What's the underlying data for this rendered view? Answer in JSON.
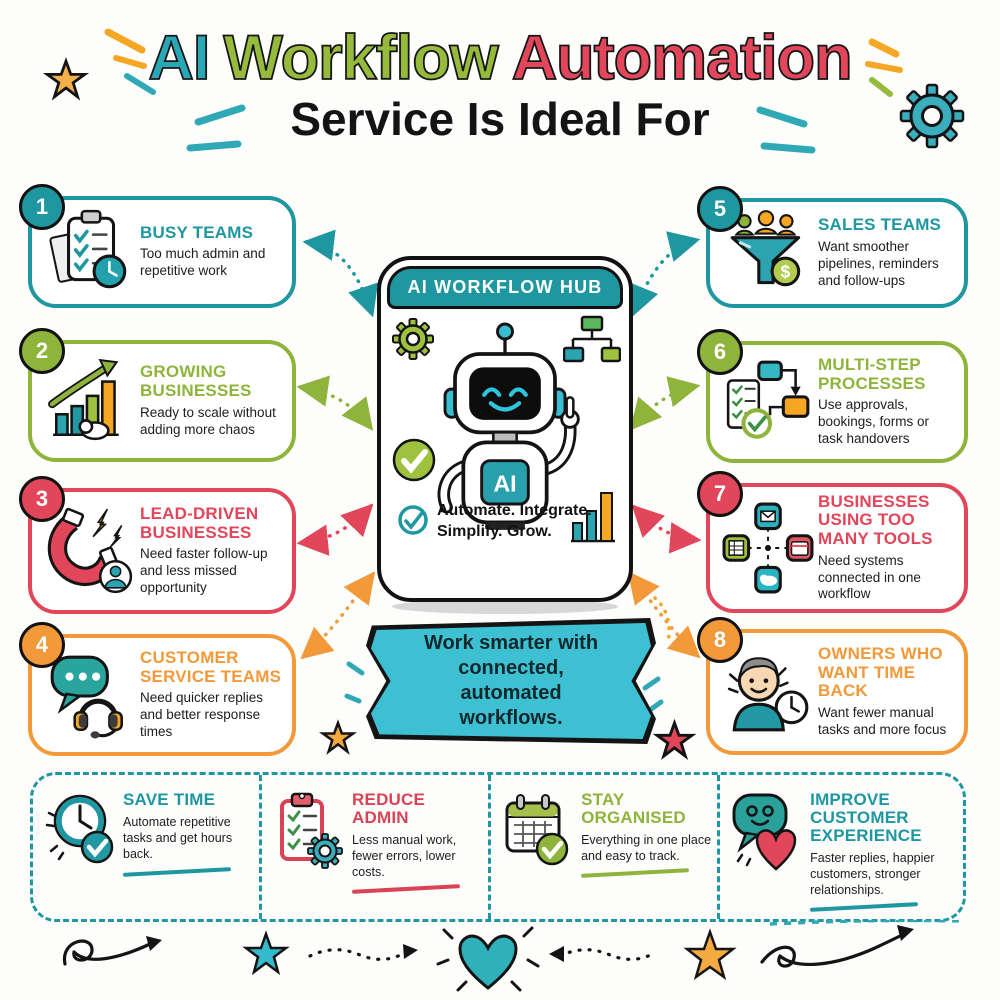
{
  "title": {
    "part1": "AI",
    "part2": "Workflow",
    "part3": "Automation",
    "subtitle": "Service Is Ideal For"
  },
  "hub": {
    "header": "AI WORKFLOW HUB",
    "robot_chest_label": "AI",
    "tagline": "Automate. Integrate. Simplify. Grow."
  },
  "banner": {
    "text": "Work smarter with connected, automated workflows."
  },
  "audience_boxes": [
    {
      "number": "1",
      "title": "BUSY TEAMS",
      "description": "Too much admin and repetitive work",
      "accent_color": "#1f97a0",
      "icon": "clipboard-clock-icon"
    },
    {
      "number": "2",
      "title": "GROWING BUSINESSES",
      "description": "Ready to scale without adding more chaos",
      "accent_color": "#8fb43c",
      "icon": "growth-chart-icon"
    },
    {
      "number": "3",
      "title": "LEAD-DRIVEN BUSINESSES",
      "description": "Need faster follow-up and less missed opportunity",
      "accent_color": "#e2465a",
      "icon": "magnet-leads-icon"
    },
    {
      "number": "4",
      "title": "CUSTOMER SERVICE TEAMS",
      "description": "Need quicker replies and better response times",
      "accent_color": "#f2993a",
      "icon": "chat-headset-icon"
    },
    {
      "number": "5",
      "title": "SALES TEAMS",
      "description": "Want smoother pipelines, reminders and follow-ups",
      "accent_color": "#1f97a0",
      "icon": "sales-funnel-icon"
    },
    {
      "number": "6",
      "title": "MULTI-STEP PROCESSES",
      "description": "Use approvals, bookings, forms or task handovers",
      "accent_color": "#8fb43c",
      "icon": "flowchart-steps-icon"
    },
    {
      "number": "7",
      "title": "BUSINESSES USING TOO MANY TOOLS",
      "description": "Need systems connected in one workflow",
      "accent_color": "#e2465a",
      "icon": "connected-apps-icon"
    },
    {
      "number": "8",
      "title": "OWNERS WHO WANT TIME BACK",
      "description": "Want fewer manual tasks and more focus",
      "accent_color": "#f2993a",
      "icon": "owner-clock-icon"
    }
  ],
  "benefits": [
    {
      "title": "SAVE TIME",
      "description": "Automate repetitive tasks and get hours back.",
      "accent_color": "#1f97a0",
      "icon": "clock-check-icon"
    },
    {
      "title": "REDUCE ADMIN",
      "description": "Less manual work, fewer errors, lower costs.",
      "accent_color": "#d94355",
      "icon": "clipboard-gear-icon"
    },
    {
      "title": "STAY ORGANISED",
      "description": "Everything in one place and easy to track.",
      "accent_color": "#8fb43c",
      "icon": "calendar-check-icon"
    },
    {
      "title": "IMPROVE CUSTOMER EXPERIENCE",
      "description": "Faster replies, happier customers, stronger relationships.",
      "accent_color": "#1f97a0",
      "icon": "chat-heart-icon"
    }
  ],
  "colors": {
    "teal": "#1f97a0",
    "green": "#8fb43c",
    "red": "#e2465a",
    "orange": "#f2993a",
    "banner_cyan": "#3cc0d2",
    "text_black": "#1a1a1a"
  }
}
